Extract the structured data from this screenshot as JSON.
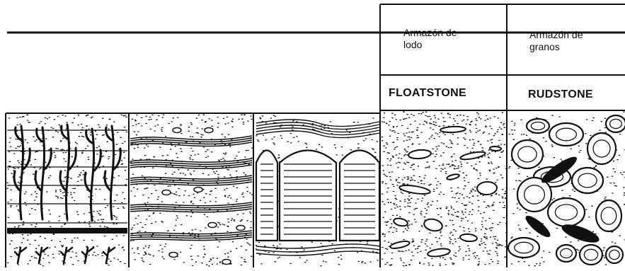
{
  "columns": [
    {
      "key": "floatstone",
      "framework": "Armazón de lodo",
      "framework_lines": [
        "Armazón de",
        "lodo"
      ],
      "name": "FLOATSTONE"
    },
    {
      "key": "rudstone",
      "framework": "Armazón de granos",
      "framework_lines": [
        "Armazón de",
        "granos"
      ],
      "name": "RUDSTONE"
    }
  ],
  "panels": [
    {
      "key": "branching-framework",
      "texture": "branching organisms in dotted matrix"
    },
    {
      "key": "laminated-framework",
      "texture": "wavy laminated crusts"
    },
    {
      "key": "domed-framework",
      "texture": "domed laminated masses"
    },
    {
      "key": "floatstone",
      "texture": "scattered grains in dotted mud"
    },
    {
      "key": "rudstone",
      "texture": "packed large grains"
    }
  ],
  "colors": {
    "ink": "#111111",
    "paper": "#ffffff"
  }
}
